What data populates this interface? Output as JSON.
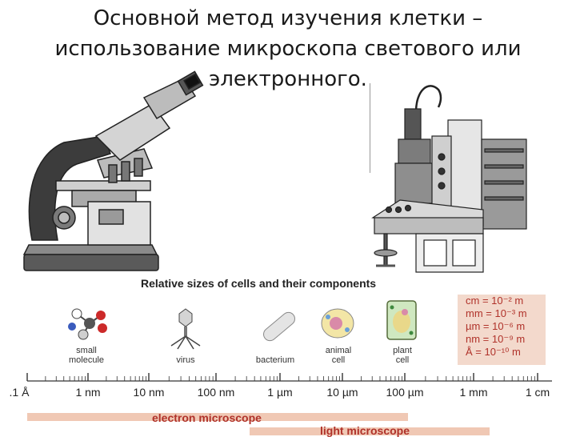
{
  "title_lines": [
    "Основной метод изучения клетки –",
    "использование микроскопа светового или",
    "электронного."
  ],
  "figure": {
    "title": "Relative sizes of cells and their components",
    "items": [
      {
        "label_1": "small",
        "label_2": "molecule",
        "icon": "molecule-icon"
      },
      {
        "label_1": "virus",
        "label_2": "",
        "icon": "virus-icon"
      },
      {
        "label_1": "bacterium",
        "label_2": "",
        "icon": "bacterium-icon"
      },
      {
        "label_1": "animal",
        "label_2": "cell",
        "icon": "animal-cell-icon"
      },
      {
        "label_1": "plant",
        "label_2": "cell",
        "icon": "plant-cell-icon"
      }
    ],
    "units": [
      "cm = 10⁻² m",
      "mm = 10⁻³ m",
      "µm = 10⁻⁶ m",
      "nm = 10⁻⁹ m",
      "Å = 10⁻¹⁰ m"
    ],
    "scale_ticks": [
      ".1 Å",
      "1 nm",
      "10 nm",
      "100 nm",
      "1 µm",
      "10 µm",
      "100 µm",
      "1 mm",
      "1 cm"
    ],
    "ranges": [
      {
        "label": "electron microscope",
        "color": "#f0c8b4"
      },
      {
        "label": "light microscope",
        "color": "#f0c8b4"
      }
    ]
  },
  "images": {
    "light_microscope": "light-microscope-illustration",
    "electron_microscope": "electron-microscope-illustration"
  }
}
